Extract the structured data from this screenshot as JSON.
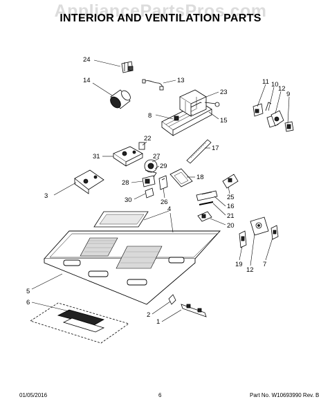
{
  "watermark": "AppliancePartsPros.com",
  "title": "INTERIOR AND VENTILATION PARTS",
  "labels": {
    "l1": "1",
    "l2": "2",
    "l3": "3",
    "l4": "4",
    "l5": "5",
    "l6": "6",
    "l7": "7",
    "l8": "8",
    "l9": "9",
    "l10": "10",
    "l11": "11",
    "l12a": "12",
    "l12b": "12",
    "l13": "13",
    "l14": "14",
    "l15": "15",
    "l16": "16",
    "l17": "17",
    "l18": "18",
    "l19": "19",
    "l20": "20",
    "l21": "21",
    "l22": "22",
    "l23": "23",
    "l24": "24",
    "l25": "25",
    "l26": "26",
    "l27": "27",
    "l28": "28",
    "l29": "29",
    "l30": "30",
    "l31": "31"
  },
  "footer": {
    "date": "01/05/2016",
    "page": "6",
    "part": "Part No.  W10693990  Rev. B"
  }
}
